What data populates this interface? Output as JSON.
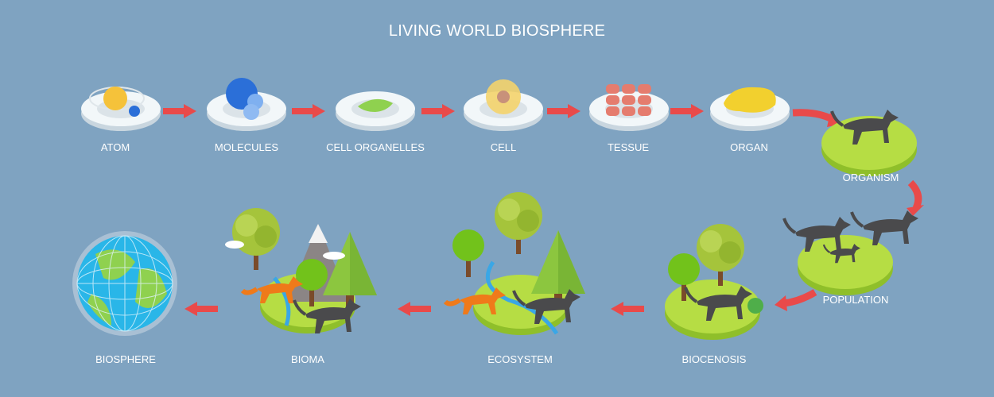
{
  "title": "LIVING WORLD BIOSPHERE",
  "stages": [
    {
      "id": "atom",
      "label": "ATOM"
    },
    {
      "id": "molecules",
      "label": "MOLECULES"
    },
    {
      "id": "cell-organelles",
      "label": "CELL ORGANELLES"
    },
    {
      "id": "cell",
      "label": "CELL"
    },
    {
      "id": "tessue",
      "label": "TESSUE"
    },
    {
      "id": "organ",
      "label": "ORGAN"
    },
    {
      "id": "organism",
      "label": "ORGANISM"
    },
    {
      "id": "population",
      "label": "POPULATION"
    },
    {
      "id": "biocenosis",
      "label": "BIOCENOSIS"
    },
    {
      "id": "ecosystem",
      "label": "ECOSYSTEM"
    },
    {
      "id": "bioma",
      "label": "BIOMA"
    },
    {
      "id": "biosphere",
      "label": "BIOSPHERE"
    }
  ],
  "colors": {
    "background": "#7fa3c1",
    "arrow": "#e94a4a",
    "plate": "#f2f6f8",
    "grass": "#a9d63a",
    "dog": "#4a4a4c",
    "fox": "#ef7a1a",
    "water": "#3aa7e6"
  }
}
